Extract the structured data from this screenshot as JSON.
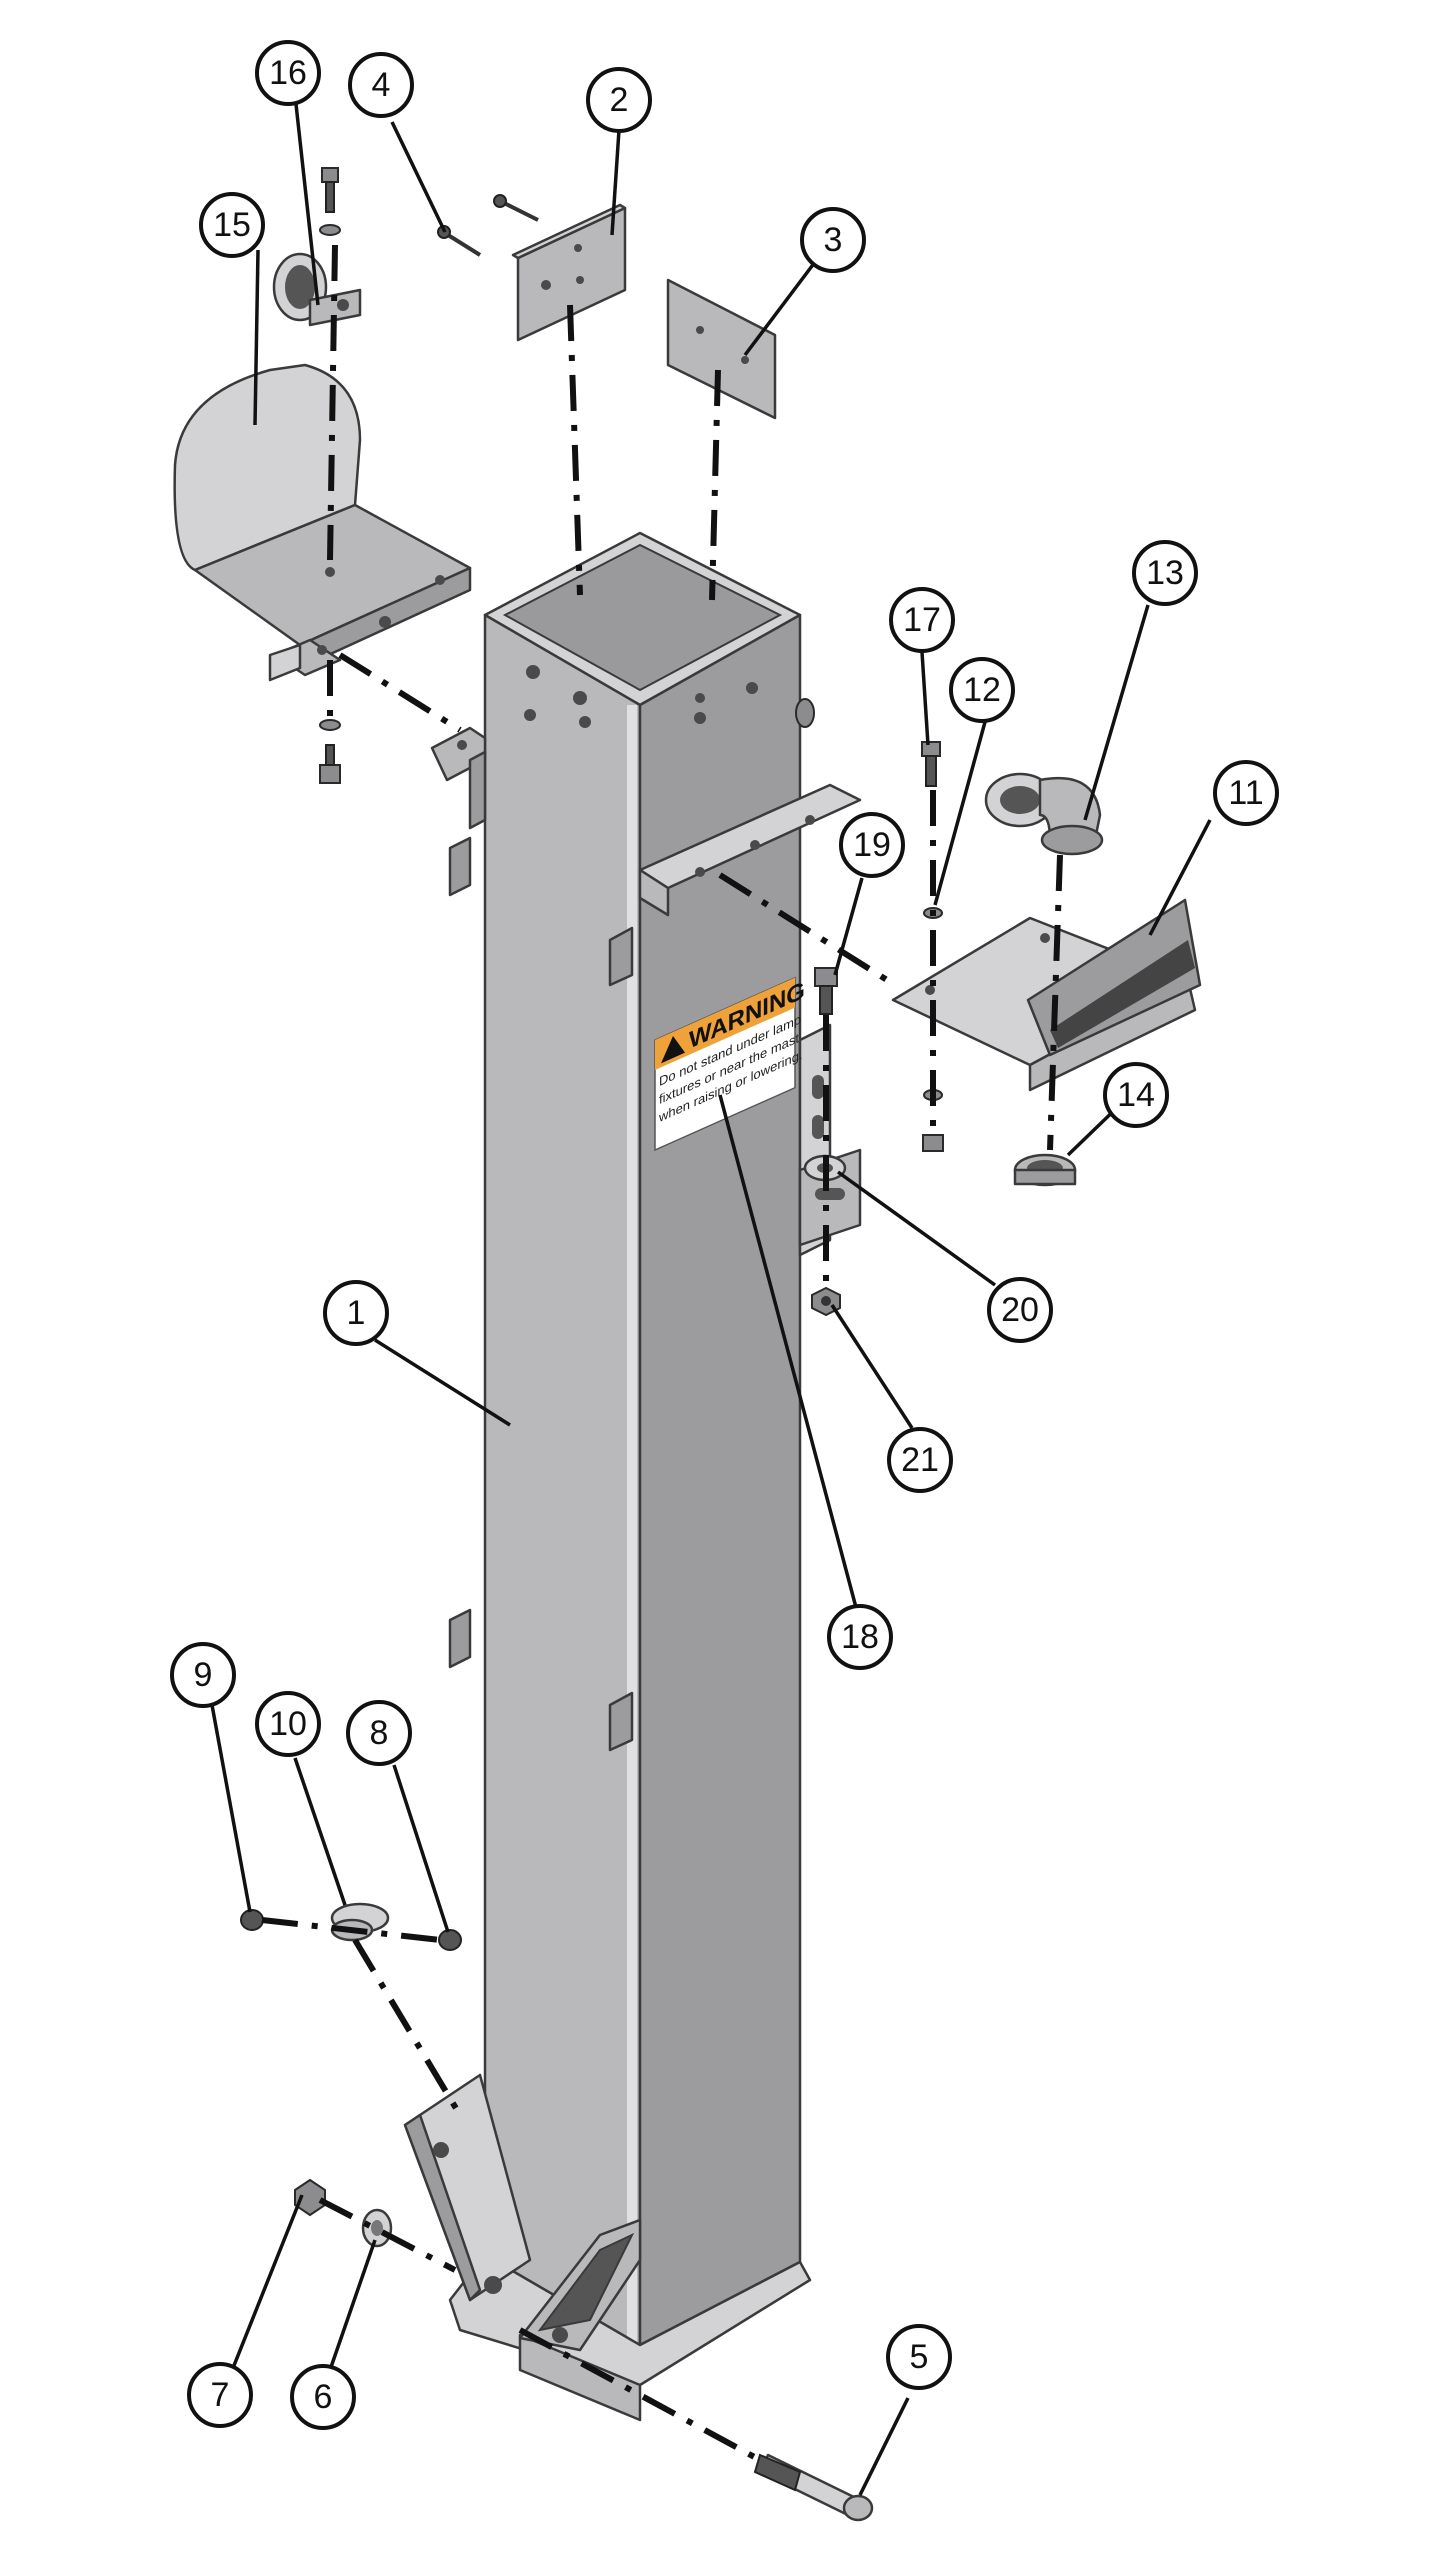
{
  "callouts": [
    "1",
    "2",
    "3",
    "4",
    "5",
    "6",
    "7",
    "8",
    "9",
    "10",
    "11",
    "12",
    "13",
    "14",
    "15",
    "16",
    "17",
    "18",
    "19",
    "20",
    "21"
  ],
  "warning_label": {
    "title": "WARNING",
    "lines": [
      "Do not stand under lamp",
      "fixtures or near the mast",
      "when raising or lowering."
    ]
  }
}
